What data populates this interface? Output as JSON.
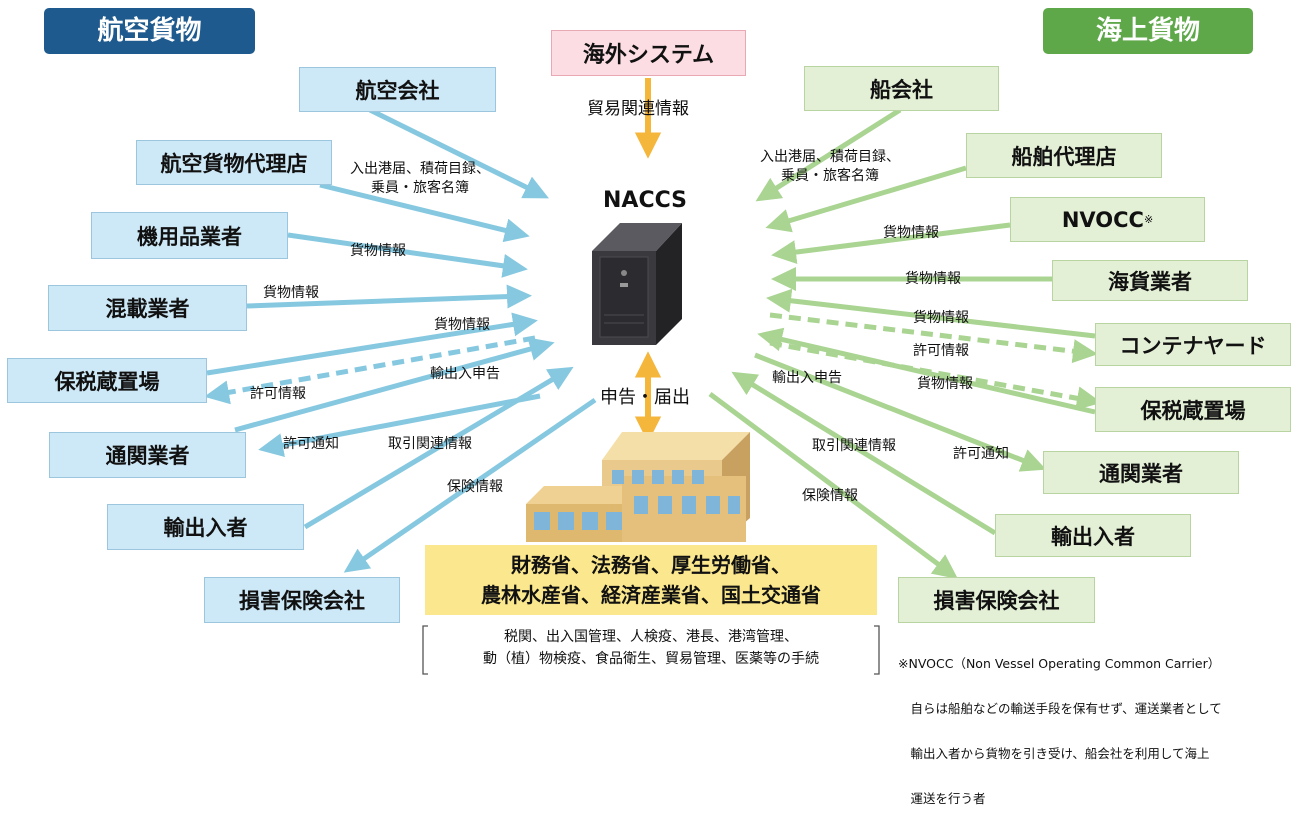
{
  "headers": {
    "air": "航空貨物",
    "sea": "海上貨物"
  },
  "colors": {
    "air_header": "#1f5a8e",
    "sea_header": "#5ea84a",
    "air_arrow": "#86c8e0",
    "sea_arrow": "#a9d491",
    "center_arrow": "#f5b63c"
  },
  "overseas": {
    "label": "海外システム",
    "flow_label": "貿易関連情報"
  },
  "center": {
    "title": "NACCS",
    "declaration_label": "申告・届出"
  },
  "air_boxes": [
    "航空会社",
    "航空貨物代理店",
    "機用品業者",
    "混載業者",
    "保税蔵置場",
    "通関業者",
    "輸出入者",
    "損害保険会社"
  ],
  "sea_boxes": [
    "船会社",
    "船舶代理店",
    "NVOCC",
    "海貨業者",
    "コンテナヤード",
    "保税蔵置場",
    "通関業者",
    "輸出入者",
    "損害保険会社"
  ],
  "nvocc_mark": "※",
  "air_labels": {
    "port_line1": "入出港届、積荷目録、",
    "port_line2": "乗員・旅客名簿",
    "cargo1": "貨物情報",
    "cargo2": "貨物情報",
    "cargo3": "貨物情報",
    "permit1": "許可情報",
    "export_import": "輸出入申告",
    "permit_notice": "許可通知",
    "trade": "取引関連情報",
    "insurance": "保険情報"
  },
  "sea_labels": {
    "port_line1": "入出港届、積荷目録、",
    "port_line2": "乗員・旅客名簿",
    "cargo1": "貨物情報",
    "cargo2": "貨物情報",
    "cargo3": "貨物情報",
    "permit1": "許可情報",
    "cargo4": "貨物情報",
    "export_import": "輸出入申告",
    "trade": "取引関連情報",
    "permit_notice": "許可通知",
    "insurance": "保険情報"
  },
  "government": {
    "line1": "財務省、法務省、厚生労働省、",
    "line2": "農林水産省、経済産業省、国土交通省"
  },
  "procedures": {
    "line1": "税関、出入国管理、人検疫、港長、港湾管理、",
    "line2": "動（植）物検疫、食品衛生、貿易管理、医薬等の手続"
  },
  "footnote": {
    "line1": "※NVOCC（Non Vessel Operating Common Carrier）",
    "line2": "　自らは船舶などの輸送手段を保有せず、運送業者として",
    "line3": "　輸出入者から貨物を引き受け、船会社を利用して海上",
    "line4": "　運送を行う者"
  }
}
